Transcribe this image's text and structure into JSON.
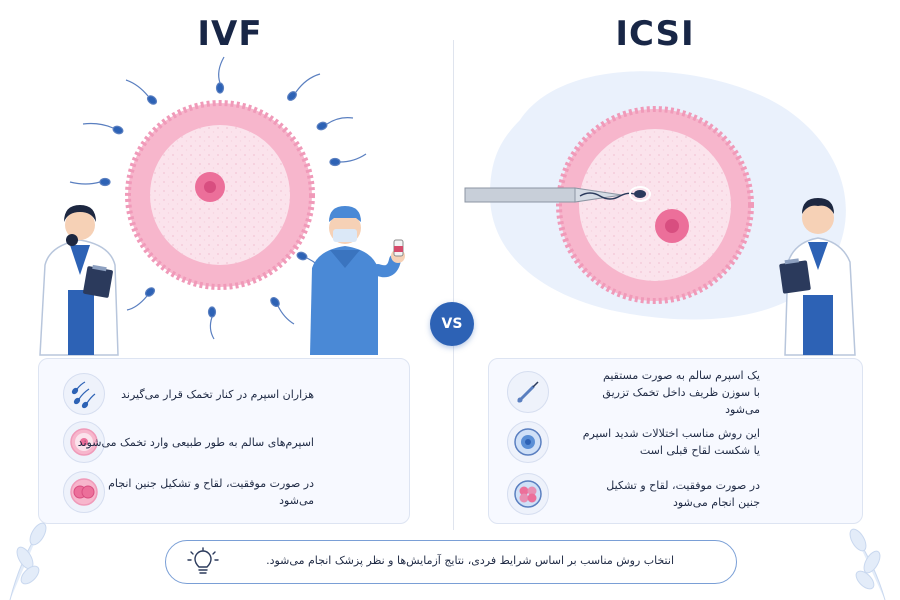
{
  "left": {
    "title": "IVF",
    "items": [
      "هزاران اسپرم در کنار تخمک قرار می‌گیرند",
      "اسپرم‌های سالم به طور طبیعی وارد تخمک می‌شوند",
      "در صورت موفقیت، لقاح و تشکیل جنین انجام می‌شود"
    ]
  },
  "right": {
    "title": "ICSI",
    "items": [
      "یک اسپرم سالم به صورت مستقیم\nبا سوزن ظریف داخل تخمک تزریق می‌شود",
      "این روش مناسب اختلالات شدید اسپرم\nیا شکست لقاح قبلی است",
      "در صورت موفقیت، لقاح و تشکیل\nجنین انجام می‌شود"
    ]
  },
  "vs": "VS",
  "footer": "انتخاب روش مناسب بر اساس شرایط فردی، نتایج آزمایش‌ها و نظر پزشک انجام می‌شود.",
  "colors": {
    "navy": "#182646",
    "accent": "#2d62b5",
    "egg_pink": "#f3a9c4",
    "egg_inner": "#fbe3ec",
    "nucleus": "#ec6f9a"
  },
  "icons": [
    "sperm-icon",
    "egg-icon",
    "embryo-icon",
    "needle-icon",
    "cell-icon",
    "embryo-cells-icon",
    "lightbulb-icon"
  ]
}
